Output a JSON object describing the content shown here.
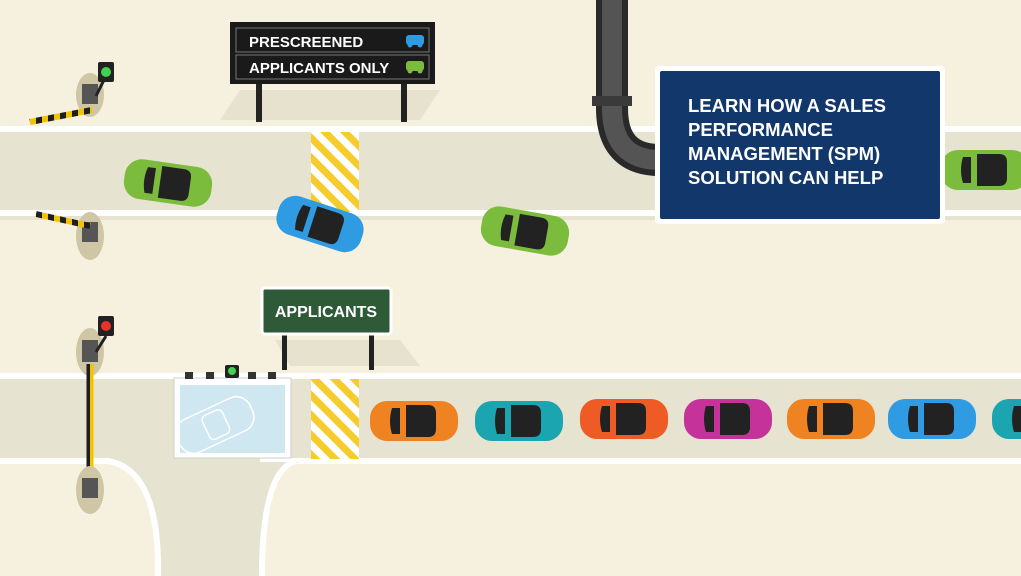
{
  "top_sign": {
    "line1": "PRESCREENED",
    "line2": "APPLICANTS ONLY"
  },
  "applicants_sign": {
    "label": "APPLICANTS"
  },
  "cta_box": {
    "lines": [
      "LEARN HOW A SALES",
      "PERFORMANCE",
      "MANAGEMENT (SPM)",
      "SOLUTION CAN HELP"
    ]
  },
  "colors": {
    "background": "#f6f1de",
    "road": "#e6e3d0",
    "cta_box": "#12386b",
    "green_sign": "#2e5a38",
    "car_green": "#7cbc3c",
    "car_blue": "#2f9be3",
    "car_orange": "#ef8321",
    "car_teal": "#1aa5b0",
    "car_red_orange": "#ef5b25",
    "car_magenta": "#c4329a",
    "light_green": "#43d14f",
    "light_red": "#e8322b"
  },
  "icons": [
    "traffic-light-icon",
    "barrier-gate-icon",
    "car-icon",
    "toll-booth-icon",
    "pipe-icon"
  ]
}
